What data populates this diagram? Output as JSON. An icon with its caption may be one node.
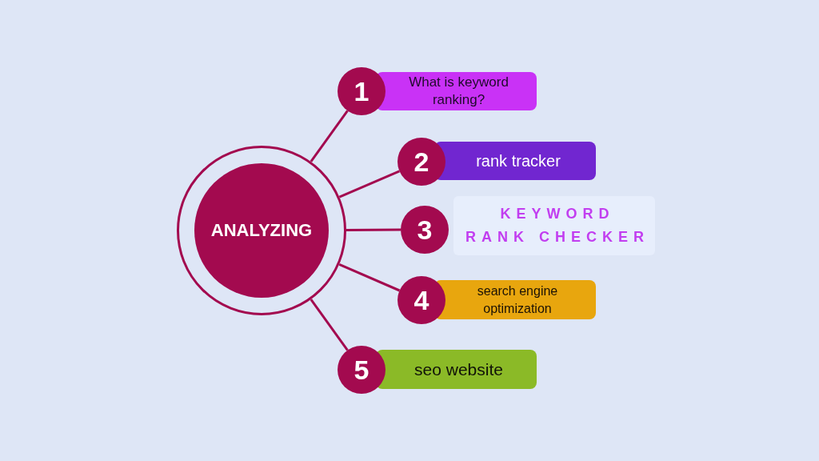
{
  "diagram": {
    "nodes": [
      {
        "text": [
          "ANALYZING"
        ]
      },
      {
        "text": [
          "1"
        ]
      },
      {
        "text": [
          "What is keyword ranking?"
        ]
      },
      {
        "text": [
          "2"
        ]
      },
      {
        "text": [
          "rank tracker"
        ]
      },
      {
        "text": [
          "3"
        ]
      },
      {
        "text": [
          "KEYWORD RANK CHECKER"
        ]
      },
      {
        "text": [
          "4"
        ]
      },
      {
        "text": [
          "search engine optimization"
        ]
      },
      {
        "text": [
          "5"
        ]
      },
      {
        "text": [
          "seo website"
        ]
      }
    ],
    "edges": [
      {
        "from": 0,
        "to": 1,
        "arrow": "none"
      },
      {
        "from": 0,
        "to": 3,
        "arrow": "none"
      },
      {
        "from": 0,
        "to": 5,
        "arrow": "none"
      },
      {
        "from": 0,
        "to": 7,
        "arrow": "none"
      },
      {
        "from": 0,
        "to": 9,
        "arrow": "none"
      }
    ]
  }
}
